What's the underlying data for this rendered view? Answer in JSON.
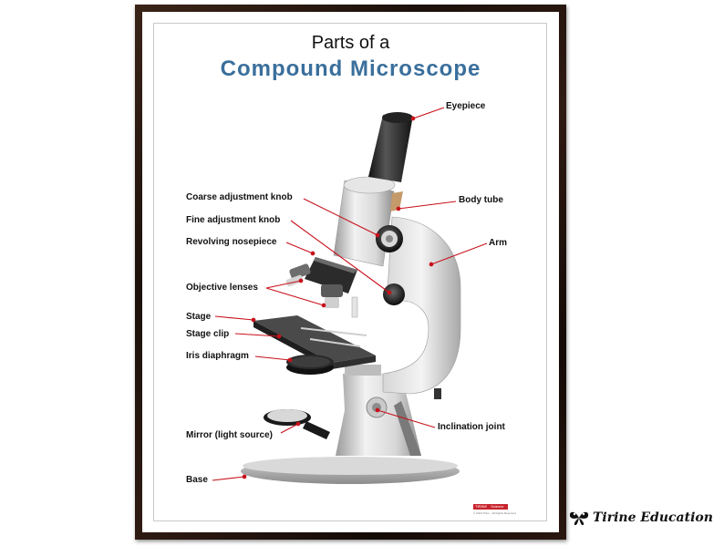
{
  "poster": {
    "title_line1": "Parts of a",
    "title_line2": "Compound Microscope"
  },
  "labels": {
    "eyepiece": "Eyepiece",
    "body_tube": "Body tube",
    "arm": "Arm",
    "coarse_knob": "Coarse adjustment knob",
    "fine_knob": "Fine adjustment knob",
    "nosepiece": "Revolving nosepiece",
    "objectives": "Objective lenses",
    "stage": "Stage",
    "stage_clip": "Stage clip",
    "iris": "Iris diaphragm",
    "mirror": "Mirror (light source)",
    "base": "Base",
    "inclination": "Inclination joint"
  },
  "footer": {
    "badge_left": "TIRINE",
    "badge_right": "Science",
    "copyright": "© 2024 Tirine · All Rights Reserved",
    "brand": "Tirine Education"
  },
  "colors": {
    "title_blue": "#3a6f9c",
    "pointer_red": "#c8101a",
    "frame_wood": "#2a170f"
  }
}
